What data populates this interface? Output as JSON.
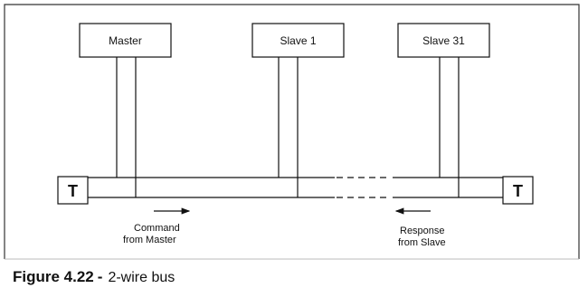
{
  "nodes": {
    "master": "Master",
    "slave1": "Slave 1",
    "slave31": "Slave 31"
  },
  "terminator_left": "T",
  "terminator_right": "T",
  "annotations": {
    "command_line1": "Command",
    "command_line2": "from Master",
    "response_line1": "Response",
    "response_line2": "from Slave"
  },
  "caption": {
    "number": "Figure 4.22",
    "separator": "-",
    "title": "2-wire bus"
  }
}
